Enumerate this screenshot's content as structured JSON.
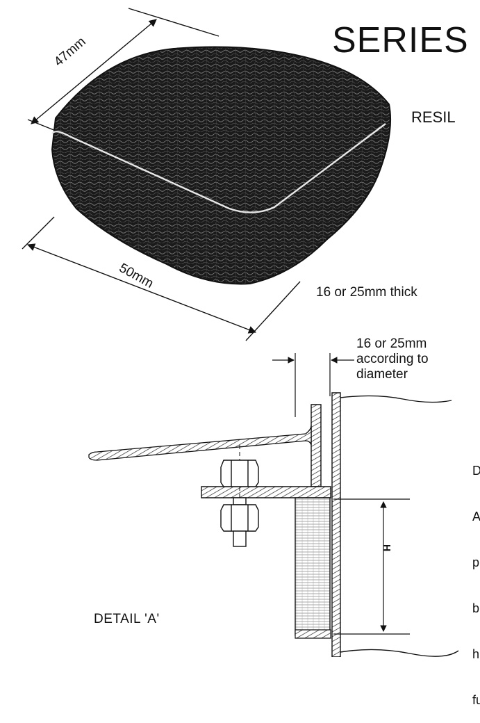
{
  "header": {
    "series_title": "SERIES",
    "subtitle": "RESIL"
  },
  "labels": {
    "dimension_depth": "47mm",
    "dimension_width": "50mm",
    "thickness": "16 or 25mm thick",
    "mounting_thickness": "16 or 25mm according to diameter",
    "height_marker": "H",
    "detail_caption": "DETAIL 'A'"
  },
  "side_text_fragments": [
    "D",
    "A",
    "p",
    "b",
    "h",
    "fu"
  ],
  "colors": {
    "ink": "#111111",
    "pad_dark": "#1a1a1a",
    "pad_fiber": "#6b6b6b",
    "paper": "#ffffff"
  }
}
